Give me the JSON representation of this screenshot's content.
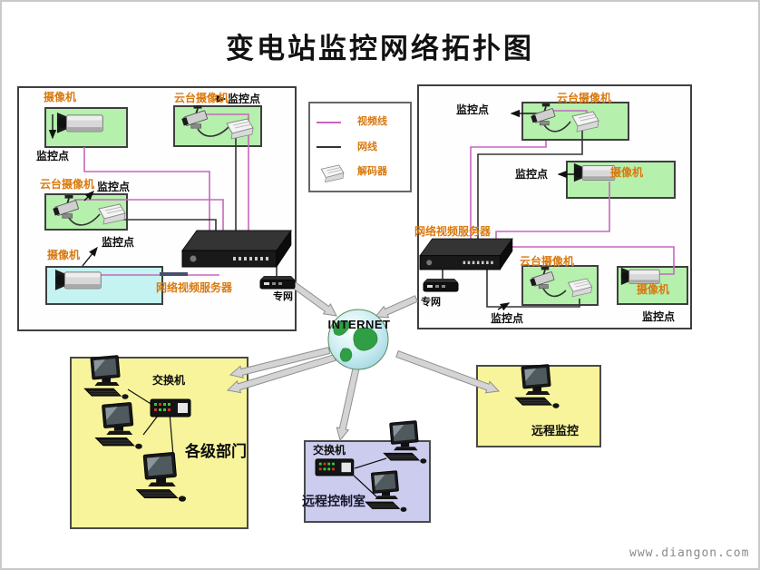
{
  "title": "变电站监控网络拓扑图",
  "watermark": "www.diangon.com",
  "internet_label": "INTERNET",
  "legend": {
    "video_line": "视频线",
    "network_line": "网线",
    "decoder": "解码器"
  },
  "terms": {
    "camera": "摄像机",
    "ptz_camera": "云台摄像机",
    "monitor_point": "监控点",
    "video_server": "网络视频服务器",
    "private_net": "专网",
    "switch": "交换机"
  },
  "bottom": {
    "departments": "各级部门",
    "control_room": "远程控制室",
    "remote_monitor": "远程监控"
  },
  "colors": {
    "video_line": "#c767bd",
    "network_line": "#333333",
    "green_box": "#b5f0ad",
    "cyan_box": "#c5f3f1",
    "yellow_box": "#f7f49b",
    "purple_box": "#ccccee",
    "label_orange": "#d9790f",
    "arrow_gray": "#d4d4d4"
  }
}
